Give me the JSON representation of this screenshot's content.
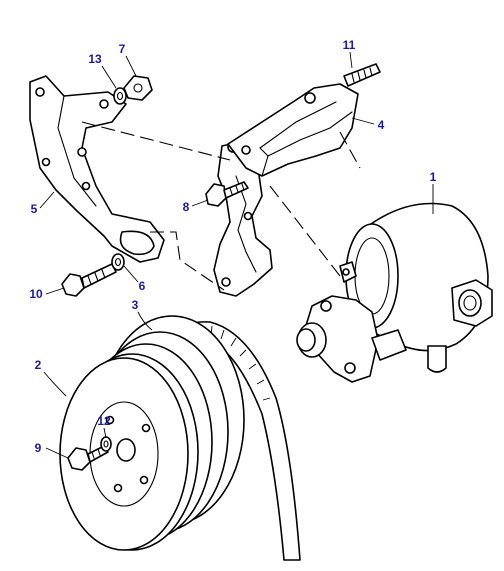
{
  "diagram": {
    "callouts": [
      {
        "id": "1",
        "label": "1"
      },
      {
        "id": "2",
        "label": "2"
      },
      {
        "id": "3",
        "label": "3"
      },
      {
        "id": "4",
        "label": "4"
      },
      {
        "id": "5",
        "label": "5"
      },
      {
        "id": "6",
        "label": "6"
      },
      {
        "id": "7",
        "label": "7"
      },
      {
        "id": "8",
        "label": "8"
      },
      {
        "id": "9",
        "label": "9"
      },
      {
        "id": "10",
        "label": "10"
      },
      {
        "id": "11",
        "label": "11"
      },
      {
        "id": "12",
        "label": "12"
      },
      {
        "id": "13",
        "label": "13"
      }
    ],
    "colors": {
      "callout_number": "#1a1aa6",
      "line": "#000000",
      "background": "#ffffff"
    }
  }
}
